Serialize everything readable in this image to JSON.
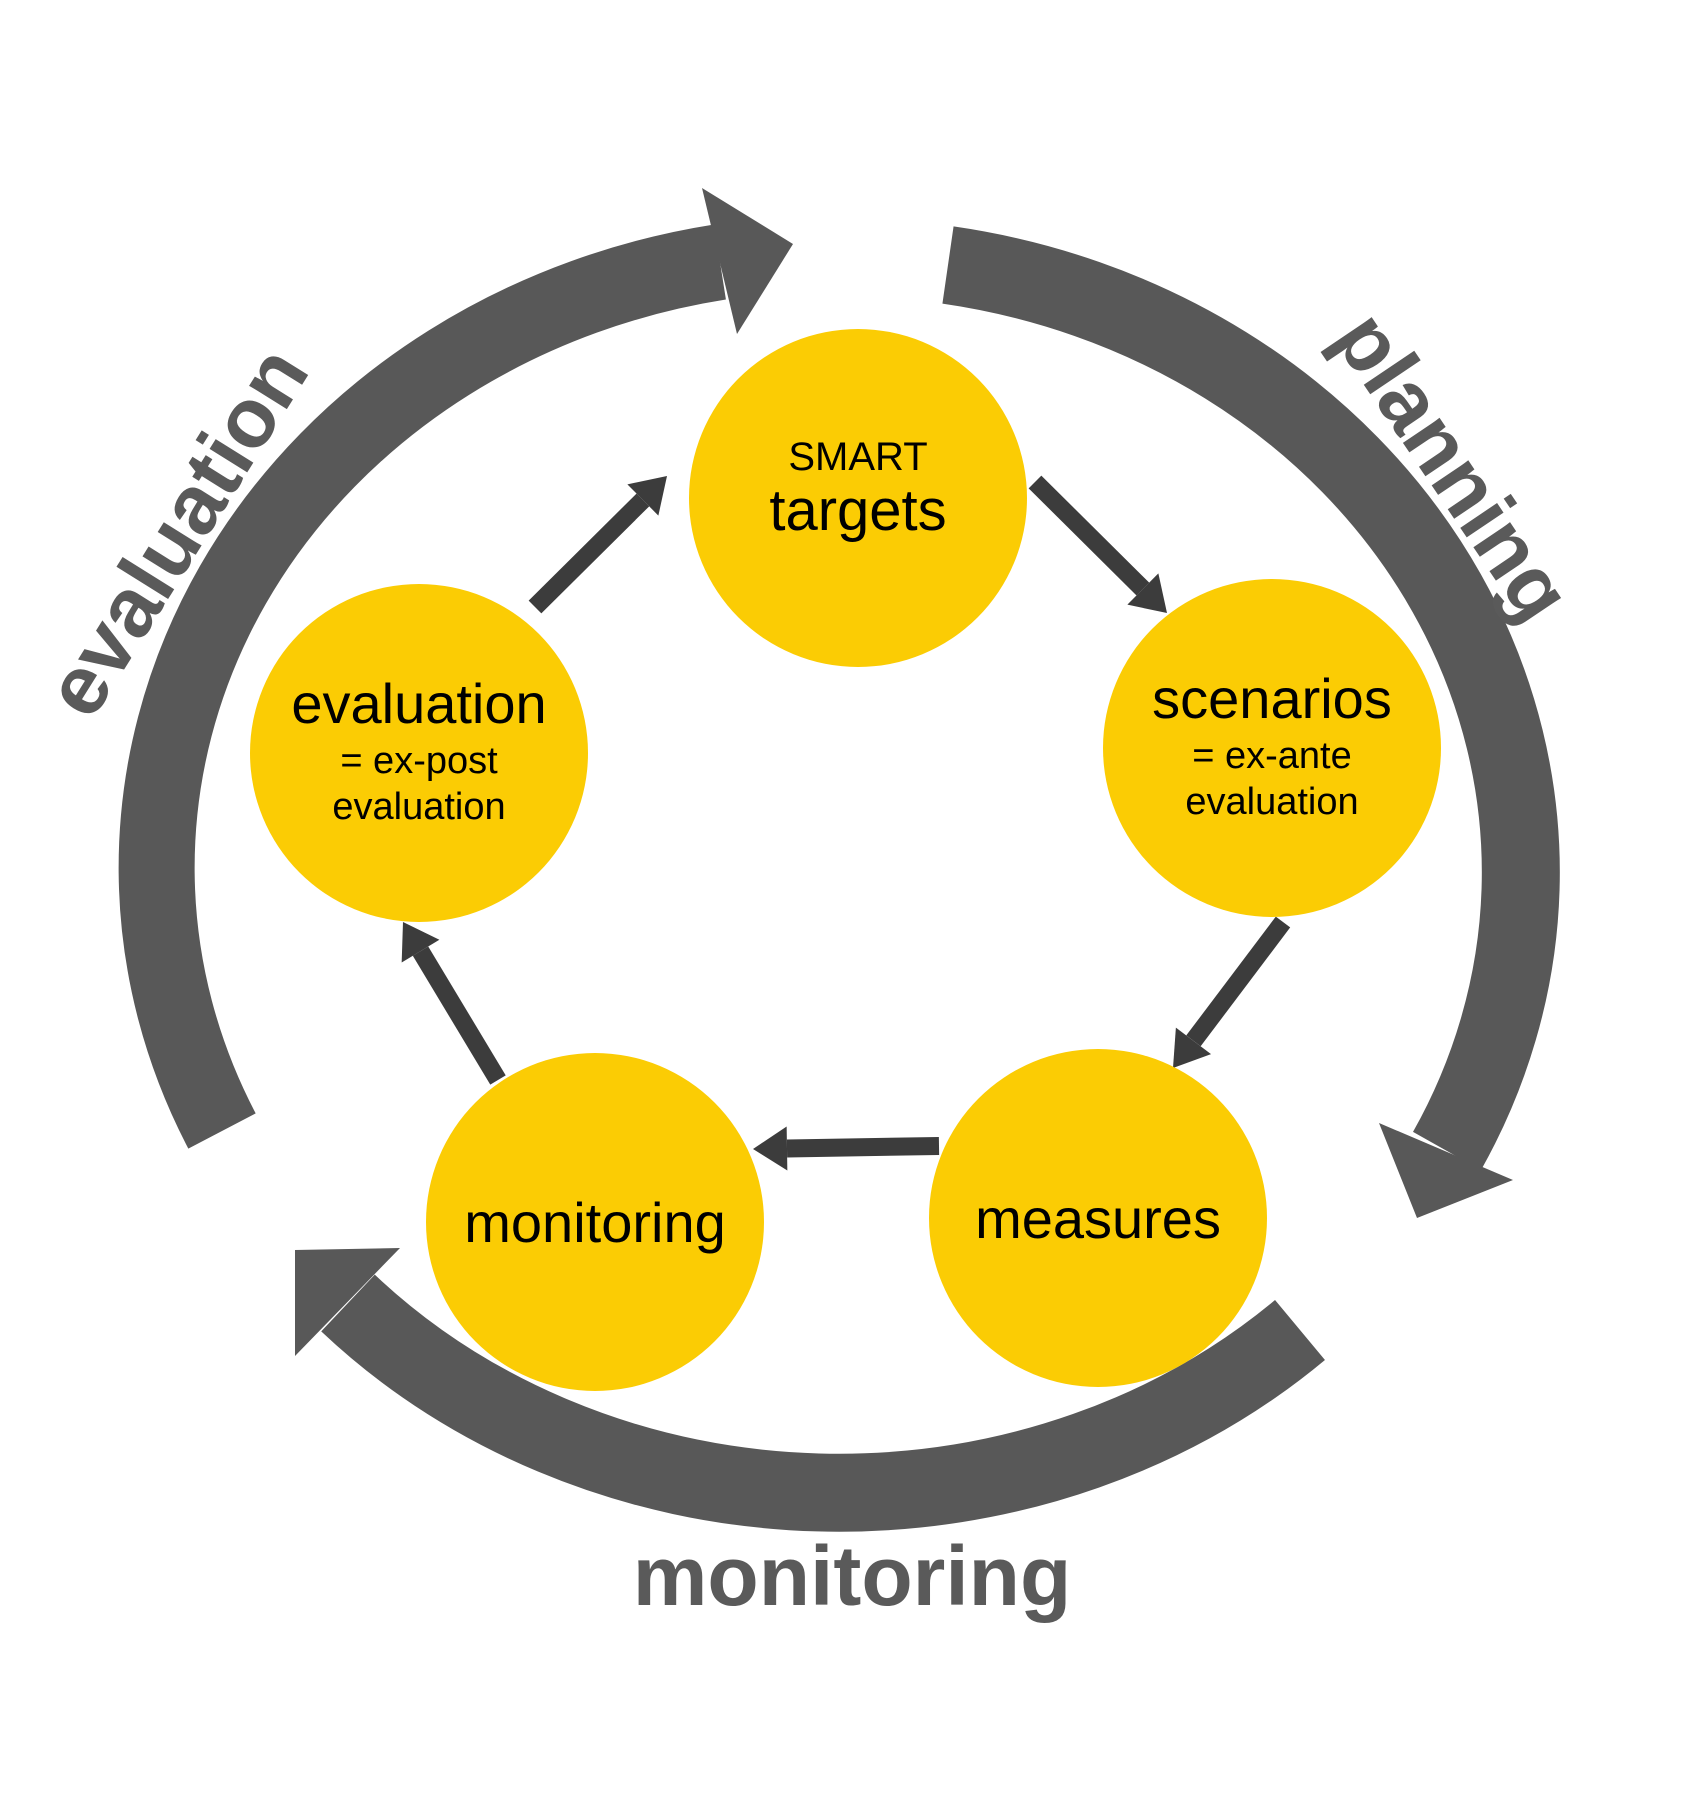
{
  "diagram": {
    "colors": {
      "node_fill": "#FBCC04",
      "outer_arrow": "#585858",
      "inner_arrow": "#3c3c3c",
      "outer_label": "#5a5a5a",
      "node_text": "#000000"
    },
    "nodes": [
      {
        "id": "smart-targets",
        "lines": [
          "SMART",
          "targets"
        ]
      },
      {
        "id": "scenarios",
        "lines": [
          "scenarios",
          "= ex-ante",
          "evaluation"
        ]
      },
      {
        "id": "measures",
        "lines": [
          "measures"
        ]
      },
      {
        "id": "monitoring",
        "lines": [
          "monitoring"
        ]
      },
      {
        "id": "evaluation",
        "lines": [
          "evaluation",
          "= ex-post",
          "evaluation"
        ]
      }
    ],
    "flow": [
      {
        "from": "smart-targets",
        "to": "scenarios"
      },
      {
        "from": "scenarios",
        "to": "measures"
      },
      {
        "from": "measures",
        "to": "monitoring"
      },
      {
        "from": "monitoring",
        "to": "evaluation"
      },
      {
        "from": "evaluation",
        "to": "smart-targets"
      }
    ],
    "phases": [
      {
        "id": "planning",
        "label": "planning"
      },
      {
        "id": "monitoring",
        "label": "monitoring"
      },
      {
        "id": "evaluation",
        "label": "evaluation"
      }
    ]
  }
}
